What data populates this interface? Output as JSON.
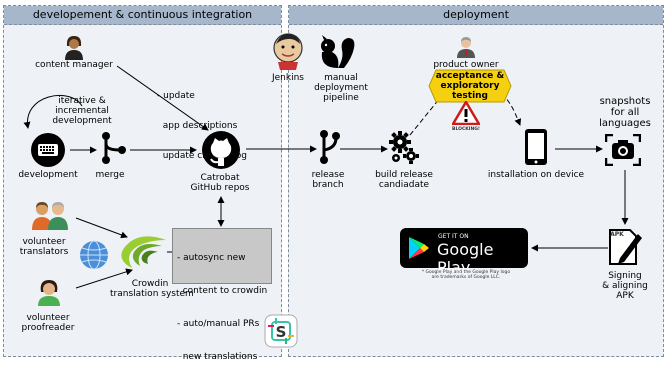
{
  "panels": {
    "left_title": "developement & continuous integration",
    "right_title": "deployment"
  },
  "nodes": {
    "content_manager": "content manager",
    "iterative": [
      "iterative &",
      "incremental",
      "development"
    ],
    "development": "development",
    "merge": "merge",
    "update_notes": [
      "- update",
      "  app descriptions",
      "  update change log"
    ],
    "catrobat": [
      "Catrobat",
      "GitHub repos"
    ],
    "jenkins": "Jenkins",
    "manual_pipeline": [
      "manual",
      "deployment",
      "pipeline"
    ],
    "release_branch": [
      "release",
      "branch"
    ],
    "build_release": [
      "build release",
      "candiadate"
    ],
    "product_owner": "product owner",
    "acceptance": [
      "acceptance &",
      "exploratory",
      "testing"
    ],
    "blocking": "BLOCKING!",
    "installation": "installation on device",
    "snapshots": [
      "snapshots",
      "for all",
      "languages"
    ],
    "volunteer_translators": [
      "volunteer",
      "translators"
    ],
    "crowdin": [
      "Crowdin",
      "translation system"
    ],
    "autosync": [
      "- autosync new",
      "  content to crowdin",
      "- auto/manual PRs",
      "  new translations"
    ],
    "volunteer_proofreader": [
      "volunteer",
      "proofreader"
    ],
    "google_play_small": "GET IT ON",
    "google_play_big": "Google Play",
    "trademark": [
      "* Google Play and the Google Play logo",
      "are trademarks of Google LLC."
    ],
    "signing": [
      "Signing",
      "& aligning",
      "APK"
    ],
    "apk": "APK"
  },
  "colors": {
    "panel_header": "#a7b7cb",
    "panel_body": "#eef2f7",
    "acceptance_fill": "#f5d010",
    "crowdin_green": "#8fc43f",
    "slack_teal": "#36c5ab"
  }
}
